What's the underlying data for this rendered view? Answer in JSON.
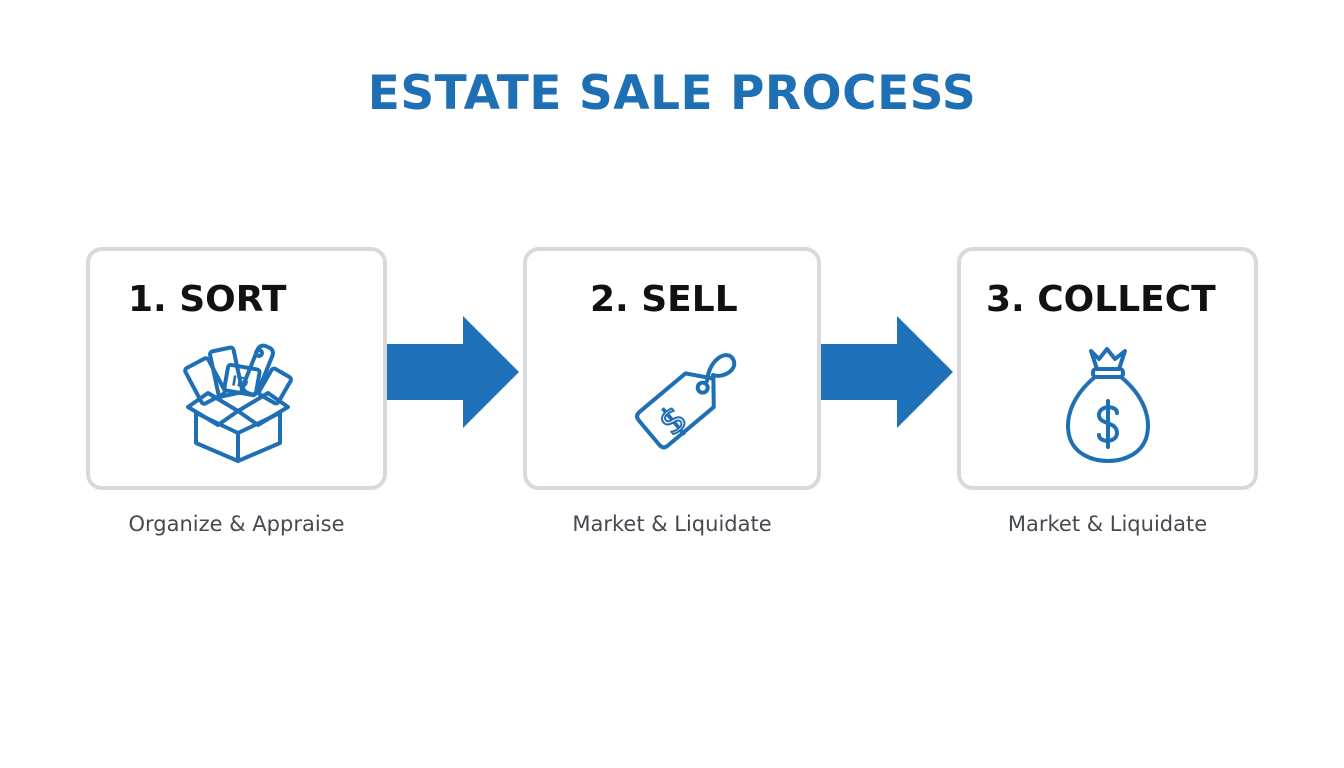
{
  "title": "ESTATE SALE PROCESS",
  "colors": {
    "accent": "#1f6fb5",
    "arrow": "#1f72ba",
    "card_border": "#d7d9db",
    "heading_text": "#111111",
    "caption_text": "#444a50"
  },
  "steps": [
    {
      "heading": "1. SORT",
      "caption": "Organize & Appraise",
      "icon": "open-box-icon"
    },
    {
      "heading": "2. SELL",
      "caption": "Market & Liquidate",
      "icon": "price-tag-icon"
    },
    {
      "heading": "3. COLLECT",
      "caption": "Market & Liquidate",
      "icon": "money-bag-icon"
    }
  ],
  "sort_icon_text": "ID"
}
